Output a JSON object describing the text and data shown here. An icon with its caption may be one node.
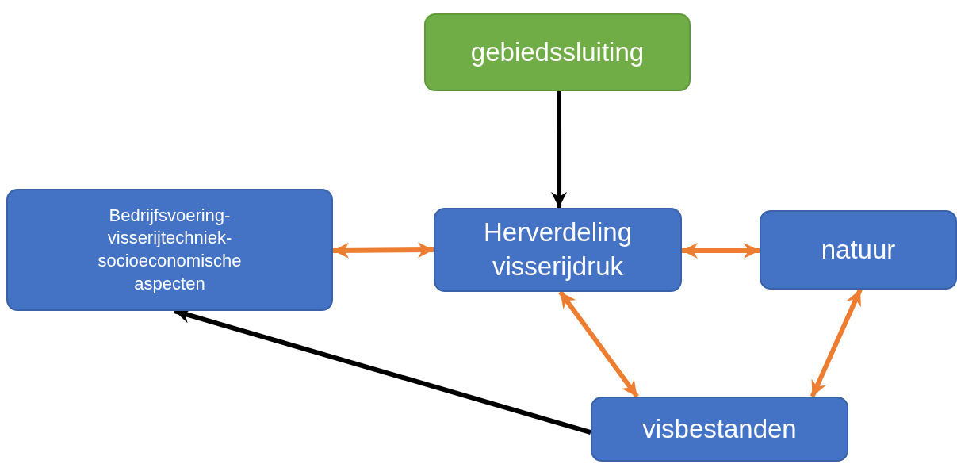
{
  "diagram": {
    "nodes": [
      {
        "text": [
          "gebiedssluiting"
        ]
      },
      {
        "text": [
          "Bedrijfsvoering- visserijtechniek- socioeconomische aspecten"
        ]
      },
      {
        "text": [
          "Herverdeling visserijdruk"
        ]
      },
      {
        "text": [
          "natuur"
        ]
      },
      {
        "text": [
          "visbestanden"
        ]
      }
    ],
    "edges": [
      {
        "from": 0,
        "to": 2,
        "arrow": "to",
        "color": "#000000"
      },
      {
        "from": 1,
        "to": 2,
        "arrow": "both"
      },
      {
        "from": 2,
        "to": 3,
        "arrow": "both"
      },
      {
        "from": 2,
        "to": 4,
        "arrow": "both"
      },
      {
        "from": 3,
        "to": 4,
        "arrow": "both"
      },
      {
        "from": 4,
        "to": 1,
        "arrow": "to",
        "color": "#000000"
      }
    ]
  }
}
